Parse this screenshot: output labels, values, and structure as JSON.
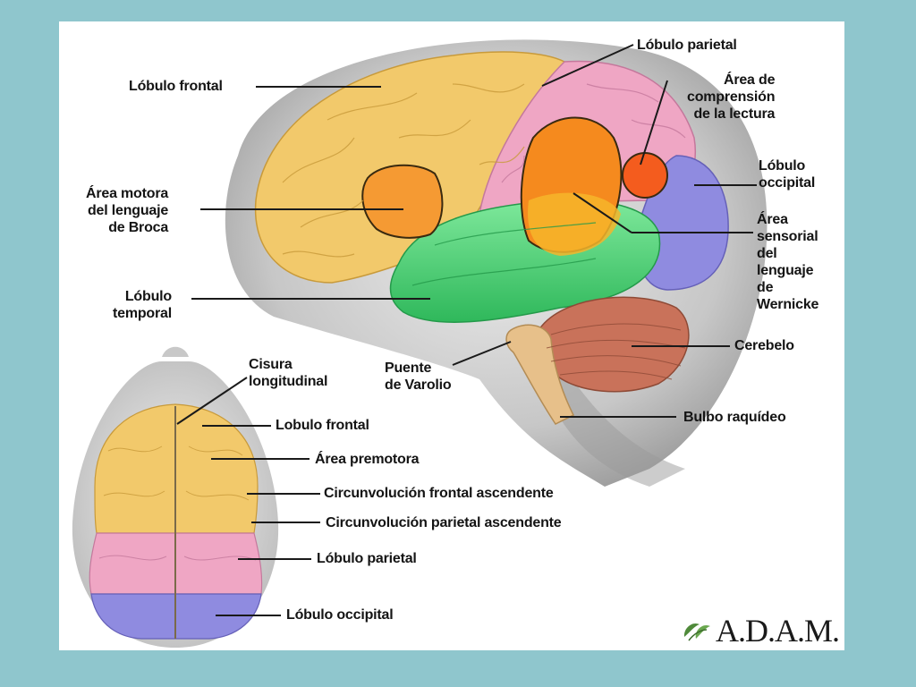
{
  "side_view": {
    "labels": {
      "frontal": "Lóbulo frontal",
      "parietal": "Lóbulo parietal",
      "reading": "Área de\ncomprensión\nde la lectura",
      "occipital": "Lóbulo\noccipital",
      "broca": "Área motora\ndel lenguaje\nde Broca",
      "wernicke": "Área\nsensorial\ndel\nlenguaje\nde\nWernicke",
      "temporal": "Lóbulo\ntemporal",
      "cerebellum": "Cerebelo",
      "pons": "Puente\nde Varolio",
      "medulla": "Bulbo raquídeo"
    }
  },
  "top_view": {
    "labels": {
      "fissure": "Cisura\nlongitudinal",
      "frontal": "Lobulo frontal",
      "premotor": "Área premotora",
      "frontal_gyrus": "Circunvolución frontal ascendente",
      "parietal_gyrus": "Circunvolución parietal ascendente",
      "parietal": "Lóbulo parietal",
      "occipital": "Lóbulo occipital"
    }
  },
  "logo": {
    "text": "A.D.A.M.",
    "icon": "leaf-icon"
  },
  "colors": {
    "background": "#8fc6cd",
    "frontal": "#f2c96b",
    "parietal": "#efa6c4",
    "occipital": "#8f8be0",
    "temporal": "#4fd47a",
    "broca": "#f59a33",
    "wernicke": "#f58a1e",
    "cerebellum": "#c9725a"
  }
}
